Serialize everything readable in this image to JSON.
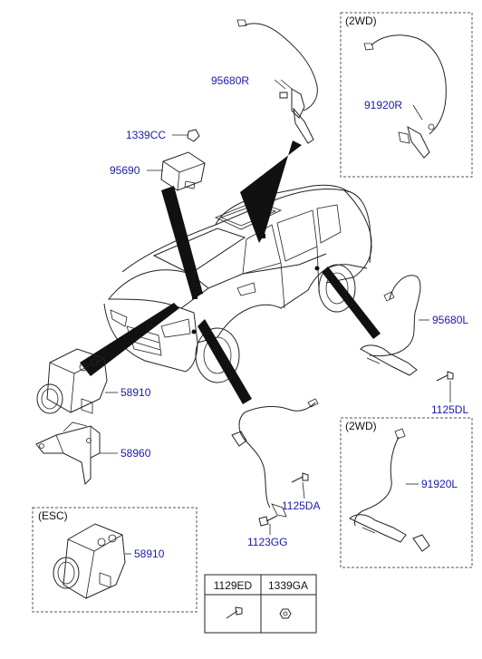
{
  "callouts": {
    "sensor_rr": "95680R",
    "sensor_rr_2wd": "91920R",
    "box_rear_2wd": "(2WD)",
    "bolt_top": "1339CC",
    "yaw_sensor": "95690",
    "abs_unit": "58910",
    "bracket": "58960",
    "box_esc": "(ESC)",
    "abs_unit_esc": "58910",
    "sensor_fr": "95680L",
    "bolt_fr": "1125DL",
    "box_front_2wd": "(2WD)",
    "sensor_fr_2wd": "91920L",
    "bolt_fl_a": "1125DA",
    "bolt_fl_b": "1123GG"
  },
  "table": {
    "headers": [
      "1129ED",
      "1339GA"
    ]
  }
}
